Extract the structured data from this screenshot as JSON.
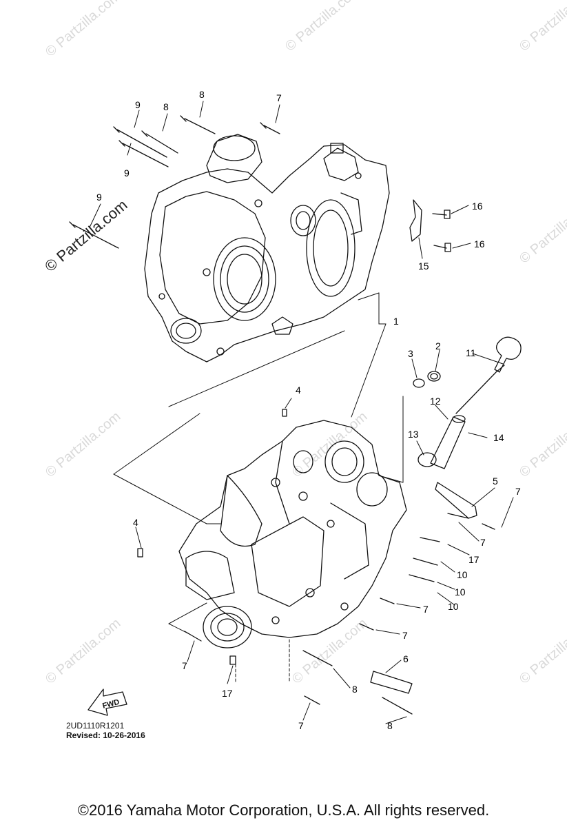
{
  "watermark": "© Partzilla.com",
  "callouts": [
    {
      "id": "c-9a",
      "text": "9"
    },
    {
      "id": "c-8a",
      "text": "8"
    },
    {
      "id": "c-8b",
      "text": "8"
    },
    {
      "id": "c-7a",
      "text": "7"
    },
    {
      "id": "c-9b",
      "text": "9"
    },
    {
      "id": "c-9c",
      "text": "9"
    },
    {
      "id": "c-16a",
      "text": "16"
    },
    {
      "id": "c-16b",
      "text": "16"
    },
    {
      "id": "c-15",
      "text": "15"
    },
    {
      "id": "c-1",
      "text": "1"
    },
    {
      "id": "c-3",
      "text": "3"
    },
    {
      "id": "c-2",
      "text": "2"
    },
    {
      "id": "c-11",
      "text": "11"
    },
    {
      "id": "c-4a",
      "text": "4"
    },
    {
      "id": "c-12",
      "text": "12"
    },
    {
      "id": "c-13",
      "text": "13"
    },
    {
      "id": "c-14",
      "text": "14"
    },
    {
      "id": "c-5",
      "text": "5"
    },
    {
      "id": "c-7b",
      "text": "7"
    },
    {
      "id": "c-7c",
      "text": "7"
    },
    {
      "id": "c-4b",
      "text": "4"
    },
    {
      "id": "c-17a",
      "text": "17"
    },
    {
      "id": "c-10a",
      "text": "10"
    },
    {
      "id": "c-10b",
      "text": "10"
    },
    {
      "id": "c-10c",
      "text": "10"
    },
    {
      "id": "c-7d",
      "text": "7"
    },
    {
      "id": "c-7e",
      "text": "7"
    },
    {
      "id": "c-7f",
      "text": "7"
    },
    {
      "id": "c-6",
      "text": "6"
    },
    {
      "id": "c-17b",
      "text": "17"
    },
    {
      "id": "c-8c",
      "text": "8"
    },
    {
      "id": "c-7g",
      "text": "7"
    },
    {
      "id": "c-8d",
      "text": "8"
    }
  ],
  "fwd_label": "FWD",
  "diagram_code": "2UD1110R1201",
  "revised": "Revised: 10-26-2016",
  "copyright": "©2016  Yamaha Motor Corporation, U.S.A. All rights reserved."
}
